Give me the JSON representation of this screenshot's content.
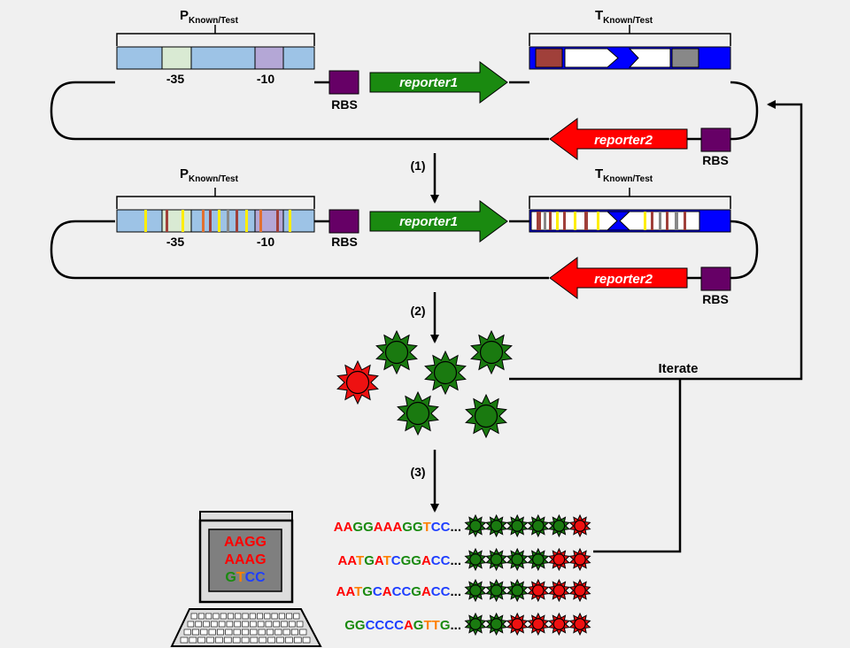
{
  "promoter": {
    "letter": "P",
    "subscript": "Known/Test",
    "minus35": "-35",
    "minus10": "-10"
  },
  "terminator": {
    "letter": "T",
    "subscript": "Known/Test"
  },
  "rbs": "RBS",
  "reporter1": "reporter1",
  "reporter2": "reporter2",
  "steps": {
    "step1": "(1)",
    "step2": "(2)",
    "step3": "(3)"
  },
  "iterate": "Iterate",
  "monitor_lines": [
    [
      {
        "t": "AAGG",
        "c": "red"
      }
    ],
    [
      {
        "t": "AAAG",
        "c": "red"
      }
    ],
    [
      {
        "t": "G",
        "c": "green"
      },
      {
        "t": "T",
        "c": "orange"
      },
      {
        "t": "CC",
        "c": "blue"
      }
    ]
  ],
  "sequences": [
    {
      "letters": "AAGGAAAGGTCC",
      "colors": "RRGGRRRGGOBB",
      "stars": [
        "green",
        "green",
        "green",
        "green",
        "green",
        "red"
      ]
    },
    {
      "letters": "AATGATCGGACC",
      "colors": "RROGROBGGRBB",
      "stars": [
        "green",
        "green",
        "green",
        "green",
        "red",
        "red"
      ]
    },
    {
      "letters": "AATGCACCGACC",
      "colors": "RROGBRBBGRBB",
      "stars": [
        "green",
        "green",
        "green",
        "red",
        "red",
        "red"
      ]
    },
    {
      "letters": "GGCCCCAGTTG",
      "colors": "GGBBBBRGOOG",
      "stars": [
        "green",
        "green",
        "red",
        "red",
        "red",
        "red"
      ]
    }
  ],
  "ellipsis": "...",
  "colors": {
    "background": "#f0f0f0",
    "promoter_box": "#9dc3e6",
    "minus35_box": "#d9ead3",
    "minus10_box": "#b4a7d6",
    "rbs": "#660066",
    "reporter1": "#1a8a10",
    "reporter2": "#ff0000",
    "terminator_blue": "#0000ff",
    "star_green": "#1a7a10",
    "star_red": "#ee1111",
    "seq_red": "#ff0000",
    "seq_green": "#1a8a10",
    "seq_blue": "#1f3fff",
    "seq_orange": "#ff8000"
  }
}
